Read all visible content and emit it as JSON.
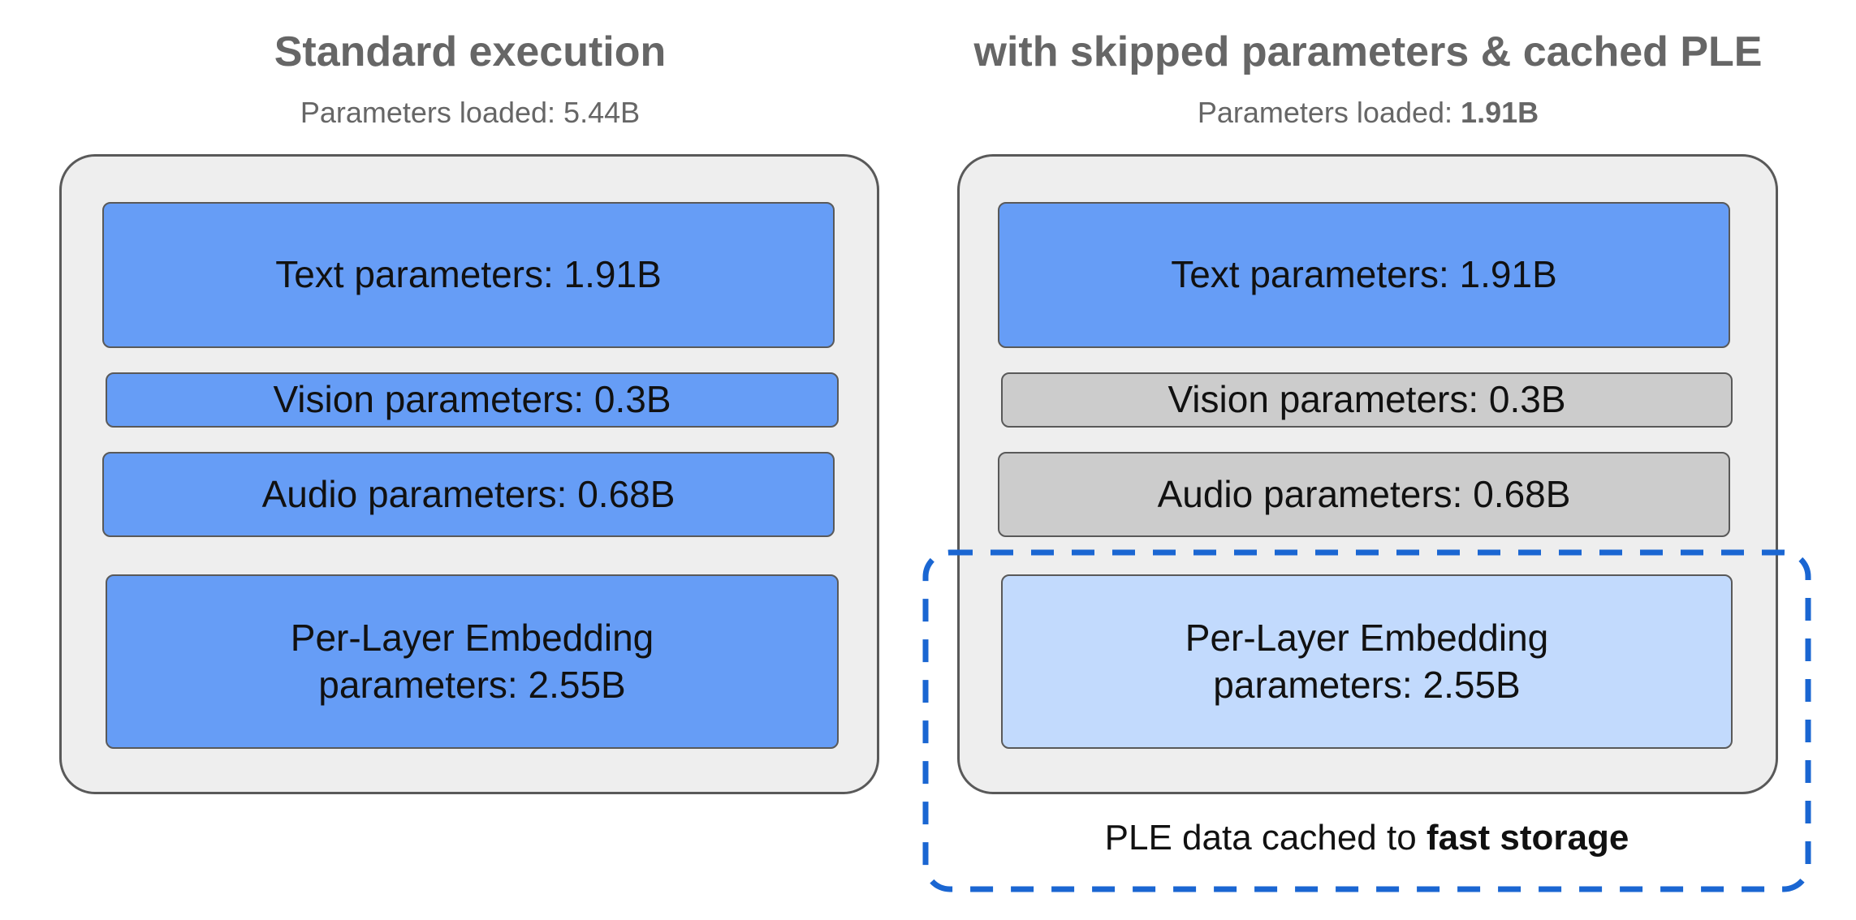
{
  "colors": {
    "active": "#669df6",
    "skipped": "#cccccc",
    "cached": "#c2dafd",
    "container": "#eeeeee",
    "dashed_outline": "#1a66d2"
  },
  "left": {
    "title": "Standard execution",
    "subtitle_label": "Parameters loaded: ",
    "subtitle_value": "5.44B",
    "blocks": [
      {
        "label": "Text parameters: 1.91B"
      },
      {
        "label": "Vision parameters: 0.3B"
      },
      {
        "label": "Audio parameters: 0.68B"
      },
      {
        "label_line1": "Per-Layer Embedding",
        "label_line2": "parameters: 2.55B"
      }
    ]
  },
  "right": {
    "title": "with skipped parameters & cached PLE",
    "subtitle_label": "Parameters loaded: ",
    "subtitle_value": "1.91B",
    "blocks": [
      {
        "label": "Text parameters: 1.91B",
        "state": "loaded"
      },
      {
        "label": "Vision parameters: 0.3B",
        "state": "skipped"
      },
      {
        "label": "Audio parameters: 0.68B",
        "state": "skipped"
      },
      {
        "label_line1": "Per-Layer Embedding",
        "label_line2": "parameters: 2.55B",
        "state": "cached"
      }
    ],
    "caption_prefix": "PLE data cached to ",
    "caption_bold": "fast storage"
  }
}
